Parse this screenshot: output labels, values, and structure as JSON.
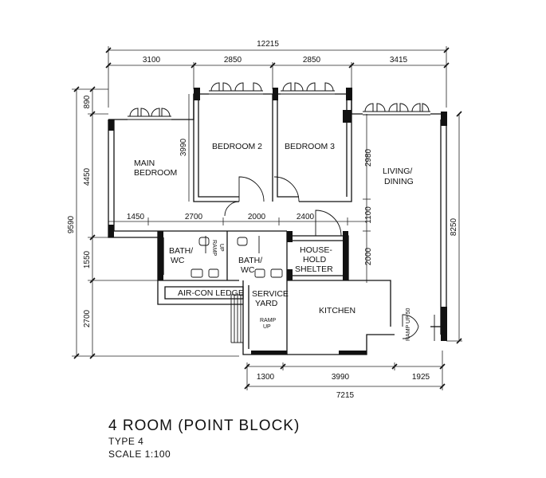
{
  "plan": {
    "title": "4 ROOM (POINT BLOCK)",
    "type": "TYPE 4",
    "scale": "SCALE 1:100"
  },
  "rooms": {
    "main_bedroom_1": "MAIN",
    "main_bedroom_2": "BEDROOM",
    "bedroom2": "BEDROOM 2",
    "bedroom3": "BEDROOM 3",
    "living_1": "LIVING/",
    "living_2": "DINING",
    "bath1_1": "BATH/",
    "bath1_2": "WC",
    "bath2_1": "BATH/",
    "bath2_2": "WC",
    "shelter_1": "HOUSE-",
    "shelter_2": "HOLD",
    "shelter_3": "SHELTER",
    "aircon": "AIR-CON LEDGE",
    "service_1": "SERVICE",
    "service_2": "YARD",
    "kitchen": "KITCHEN",
    "ramp_1": "RAMP",
    "ramp_2": "UP",
    "ramp_small_1": "RAMP",
    "ramp_small_2": "UP",
    "ramp_door": "RAMP UP 50"
  },
  "dimensions": {
    "top_total": "12215",
    "top_1": "3100",
    "top_2": "2850",
    "top_3": "2850",
    "top_4": "3415",
    "mid_1": "1450",
    "mid_2": "2700",
    "mid_3": "2000",
    "mid_4": "2400",
    "left_total": "9590",
    "left_1": "890",
    "left_2": "4450",
    "left_3": "1550",
    "left_4": "2700",
    "inner_v1": "3990",
    "inner_v2": "2980",
    "inner_v3": "1100",
    "inner_v4": "2000",
    "right_total": "8250",
    "bot_1": "1300",
    "bot_2": "3990",
    "bot_3": "1925",
    "bot_total": "7215"
  }
}
